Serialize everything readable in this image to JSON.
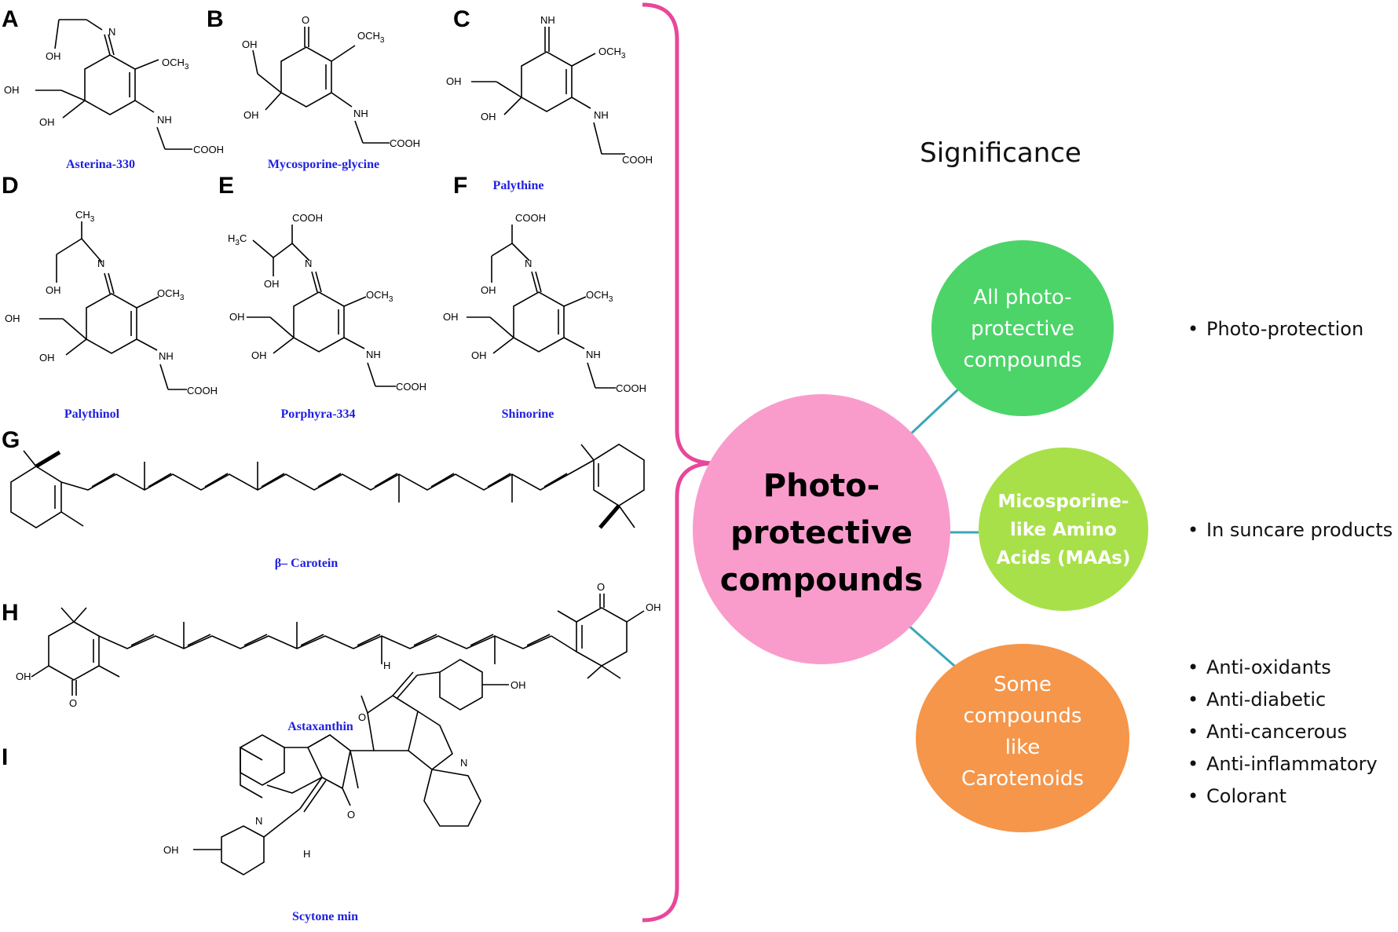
{
  "panels": {
    "a": {
      "letter": "A",
      "name": "Asterina-330"
    },
    "b": {
      "letter": "B",
      "name": "Mycosporine-glycine"
    },
    "c": {
      "letter": "C",
      "name": "Palythine"
    },
    "d": {
      "letter": "D",
      "name": "Palythinol"
    },
    "e": {
      "letter": "E",
      "name": "Porphyra-334"
    },
    "f": {
      "letter": "F",
      "name": "Shinorine"
    },
    "g": {
      "letter": "G",
      "name": "β– Carotein"
    },
    "h": {
      "letter": "H",
      "name": "Astaxanthin"
    },
    "i": {
      "letter": "I",
      "name": "Scytone min"
    }
  },
  "atoms": {
    "oh": "OH",
    "och3": "OCH",
    "sub3": "3",
    "nh": "NH",
    "n": "N",
    "cooh": "COOH",
    "ch3": "CH",
    "h3c": "H",
    "h3c_c": "C",
    "o": "O",
    "nh_imine": "NH",
    "h": "H"
  },
  "diagram": {
    "significance": "Significance",
    "center": [
      "Photo-",
      "protective",
      "compounds"
    ],
    "center_color": "#f99ccb",
    "branches": [
      {
        "lines": [
          "All photo-",
          "protective",
          "compounds"
        ],
        "color": "#4cd468",
        "bullets": [
          "Photo-protection"
        ]
      },
      {
        "lines": [
          "Micosporine-",
          "like Amino",
          "Acids (MAAs)"
        ],
        "color": "#a8e04a",
        "bullets": [
          "In suncare products"
        ]
      },
      {
        "lines": [
          "Some",
          "compounds",
          "like",
          "Carotenoids"
        ],
        "color": "#f5964a",
        "bullets": [
          "Anti-oxidants",
          "Anti-diabetic",
          "Anti-cancerous",
          "Anti-inflammatory",
          "Colorant"
        ]
      }
    ],
    "brace_color": "#e8479a",
    "connector_color": "#3aa7b8",
    "bullet_char": "•"
  }
}
